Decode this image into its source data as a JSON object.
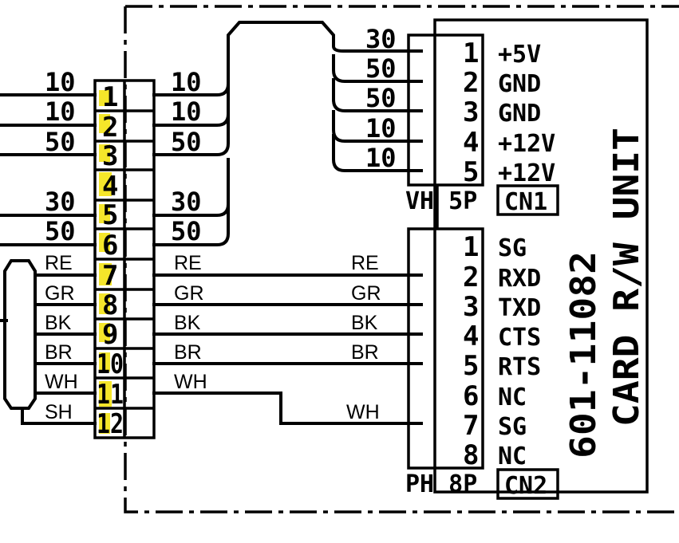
{
  "cn1": {
    "type_label": "VH 5P",
    "name": "CN1",
    "pins": [
      "1",
      "2",
      "3",
      "4",
      "5"
    ],
    "signals": [
      "+5V",
      "GND",
      "GND",
      "+12V",
      "+12V"
    ],
    "wire_sizes": [
      "30",
      "50",
      "50",
      "10",
      "10"
    ]
  },
  "cn2": {
    "type_label": "PH 8P",
    "name": "CN2",
    "pins": [
      "1",
      "2",
      "3",
      "4",
      "5",
      "6",
      "7",
      "8"
    ],
    "signals": [
      "SG",
      "RXD",
      "TXD",
      "CTS",
      "RTS",
      "NC",
      "SG",
      "NC"
    ]
  },
  "terminal": {
    "pins": [
      "1",
      "2",
      "3",
      "4",
      "5",
      "6",
      "7",
      "8",
      "9",
      "10",
      "11",
      "12"
    ],
    "highlight_color": "#f5e62a"
  },
  "left_sizes": [
    "10",
    "10",
    "50",
    "30",
    "50"
  ],
  "right_sizes": [
    "10",
    "10",
    "50",
    "30",
    "50"
  ],
  "left_colors": [
    "RE",
    "GR",
    "BK",
    "BR",
    "WH",
    "SH"
  ],
  "mid_colors": [
    "RE",
    "GR",
    "BK",
    "BR",
    "WH"
  ],
  "right_colors": [
    "RE",
    "GR",
    "BK",
    "BR",
    "WH"
  ],
  "unit": {
    "part_number": "601-11082",
    "name": "CARD R/W UNIT"
  }
}
